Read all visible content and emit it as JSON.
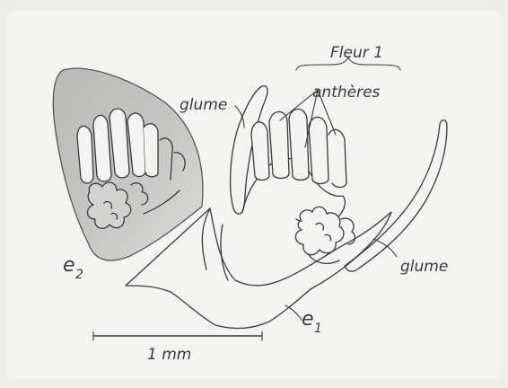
{
  "labels": {
    "flower": "Fleur 1",
    "anthers": "anthères",
    "glume_upper": "glume",
    "glume_lower": "glume",
    "e1": "e",
    "e1_sub": "1",
    "e2": "e",
    "e2_sub": "2",
    "scale": "1 mm"
  },
  "colors": {
    "ink": "#3a3a3a",
    "shading": "#bdbdbb",
    "paper": "#f3f3f1"
  }
}
